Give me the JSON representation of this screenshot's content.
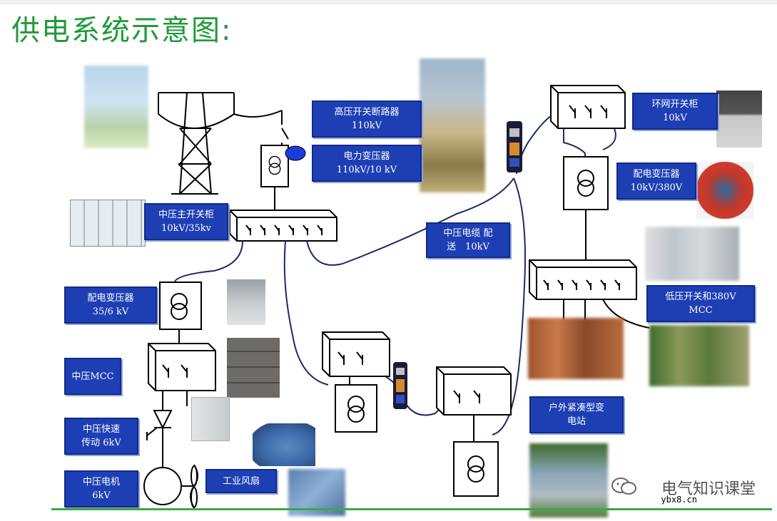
{
  "title": "供电系统示意图:",
  "labels": {
    "hv_breaker": [
      "高压开关断路器",
      "110kV"
    ],
    "power_transformer": [
      "电力变压器",
      "110kV/10 kV"
    ],
    "ring_switch": [
      "环网开关柜",
      "10kV"
    ],
    "dist_transformer_380": [
      "配电变压器",
      "10kV/380V"
    ],
    "mv_main_switch": [
      "中压主开关柜",
      "10kV/35kv"
    ],
    "mv_cable": [
      "中压电缆 配",
      "送　10kV"
    ],
    "lv_switch_mcc": [
      "低压开关和380V",
      "MCC"
    ],
    "dist_transformer_35": [
      "配电变压器",
      "35/6 kV"
    ],
    "mv_mcc": [
      "中压MCC"
    ],
    "mv_fast_drive": [
      "中压快速",
      "传动 6kV"
    ],
    "mv_motor": [
      "中压电机",
      "6kV"
    ],
    "industrial_fan": [
      "工业风扇"
    ],
    "outdoor_substation": [
      "户外紧凑型变",
      "电站"
    ]
  },
  "watermark": "电气知识课堂",
  "site": "ybx8.cn",
  "colors": {
    "title": "#1f9a38",
    "label_bg": "#1e3fb4",
    "ground": "#3aa84a"
  }
}
